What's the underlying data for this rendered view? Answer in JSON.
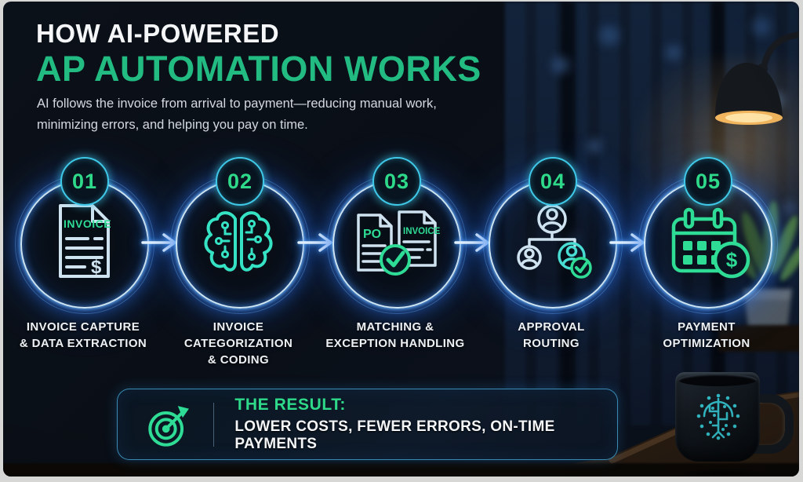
{
  "header": {
    "title_line1": "HOW AI-POWERED",
    "title_line2": "AP AUTOMATION WORKS",
    "subtitle": "AI follows the invoice from arrival to payment—reducing manual work,\nminimizing errors, and helping you pay on time."
  },
  "steps": [
    {
      "number": "01",
      "label": "INVOICE CAPTURE\n& DATA EXTRACTION",
      "icon": "invoice-document-icon",
      "icon_texts": {
        "doc_title": "INVOICE",
        "amount": "$"
      }
    },
    {
      "number": "02",
      "label": "INVOICE\nCATEGORIZATION\n& CODING",
      "icon": "ai-brain-icon"
    },
    {
      "number": "03",
      "label": "MATCHING &\nEXCEPTION HANDLING",
      "icon": "document-match-icon",
      "icon_texts": {
        "doc1": "PO",
        "doc2": "INVOICE"
      }
    },
    {
      "number": "04",
      "label": "APPROVAL\nROUTING",
      "icon": "approval-hierarchy-icon"
    },
    {
      "number": "05",
      "label": "PAYMENT\nOPTIMIZATION",
      "icon": "calendar-dollar-icon",
      "icon_texts": {
        "amount": "$"
      }
    }
  ],
  "result_banner": {
    "heading": "THE RESULT:",
    "text": "LOWER COSTS, FEWER ERRORS, ON-TIME PAYMENTS",
    "icon": "target-icon"
  },
  "colors": {
    "background": "#0b1119",
    "accent_green": "#22bb82",
    "check_green": "#2fdc96",
    "icon_teal": "#36e2c4",
    "neon_blue": "#3f9bff",
    "badge_cyan": "#3fc9e8",
    "doc_lightblue": "#cfe2ef",
    "banner_border": "#42a0ce"
  }
}
